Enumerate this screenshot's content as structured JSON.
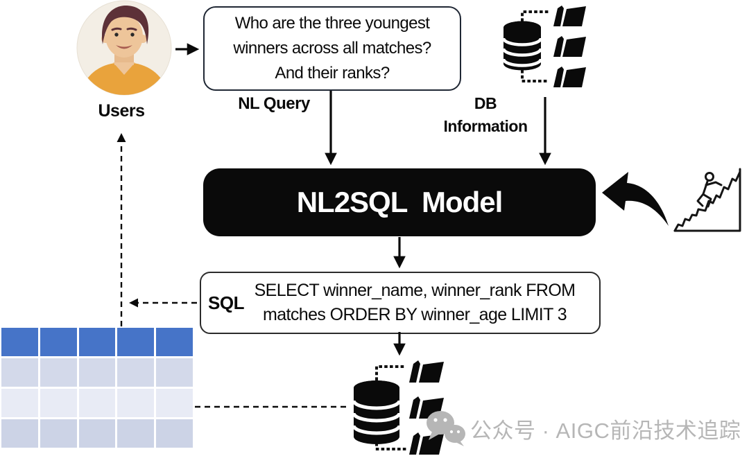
{
  "users": {
    "label": "Users"
  },
  "nl_query": {
    "label": "NL Query",
    "bubble_lines": [
      "Who are the three youngest",
      "winners across all matches?",
      "And their ranks?"
    ]
  },
  "db_information": {
    "label": "DB Information"
  },
  "model": {
    "label": "NL2SQL  Model"
  },
  "sql": {
    "label": "SQL",
    "query_lines": [
      "SELECT winner_name, winner_rank FROM",
      "matches ORDER BY winner_age LIMIT 3"
    ]
  },
  "result_table": {
    "columns": 5,
    "data_rows": 3,
    "row_colors": [
      "#d3d9ea",
      "#e8ebf5",
      "#ccd3e6"
    ]
  },
  "watermark": {
    "text": "公众号 · AIGC前沿技术追踪"
  },
  "icons": [
    "user-avatar",
    "database-cylinder-icon",
    "folder-icon",
    "mountain-climber-icon",
    "curved-arrow-icon",
    "wechat-icon"
  ],
  "colors": {
    "table_header": "#4674c8",
    "table_row_a": "#d3d9ea",
    "table_row_b": "#e8ebf5",
    "table_row_c": "#ccd3e6",
    "diagram_black": "#0a0a0a",
    "watermark_gray": "#b6b6b6",
    "avatar_bg": "#f3eee5",
    "avatar_skin": "#eec59a",
    "avatar_hair": "#5d3138",
    "avatar_shirt": "#e9a33c"
  }
}
